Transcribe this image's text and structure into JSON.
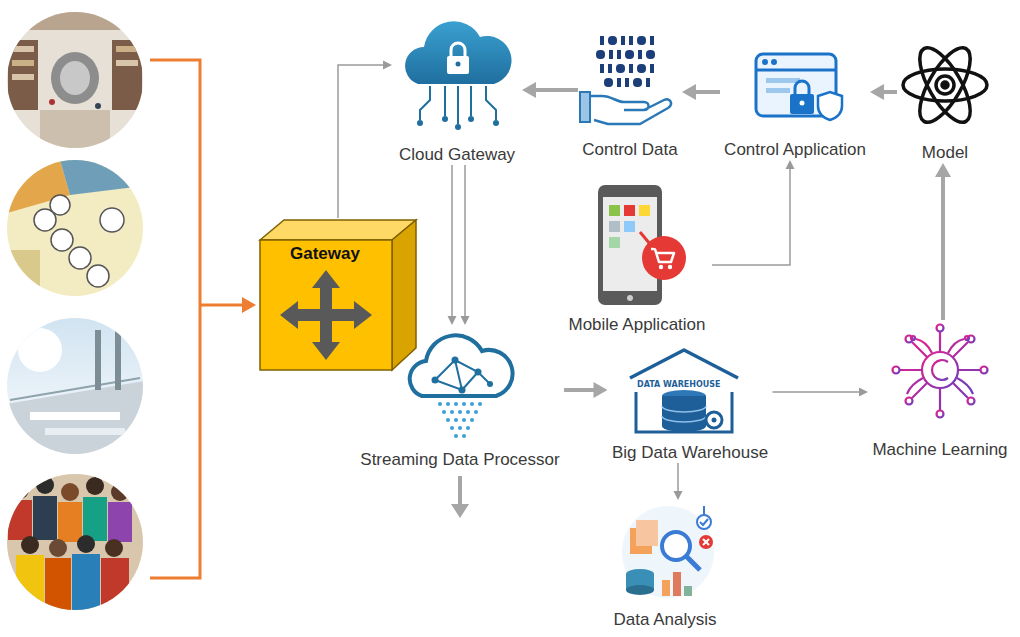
{
  "diagram": {
    "nodes": [
      {
        "text": [
          "Cloud Gateway"
        ]
      },
      {
        "text": [
          "Control Data"
        ]
      },
      {
        "text": [
          "Control Application"
        ]
      },
      {
        "text": [
          "Model"
        ]
      },
      {
        "text": [
          "Gateway"
        ]
      },
      {
        "text": [
          "Mobile Application"
        ]
      },
      {
        "text": [
          "Streaming Data Processor"
        ]
      },
      {
        "text": [
          "Big Data Warehouse"
        ]
      },
      {
        "text": [
          "Machine Learning"
        ]
      },
      {
        "text": [
          "Data Analysis"
        ]
      }
    ],
    "edges": [
      {
        "from": 4,
        "to": 0,
        "arrow": "to"
      },
      {
        "from": 1,
        "to": 0,
        "arrow": "to"
      },
      {
        "from": 2,
        "to": 1,
        "arrow": "to"
      },
      {
        "from": 3,
        "to": 2,
        "arrow": "to"
      },
      {
        "from": 0,
        "to": 6,
        "arrow": "to"
      },
      {
        "from": 0,
        "to": 6,
        "arrow": "to"
      },
      {
        "from": 5,
        "to": 2,
        "arrow": "to"
      },
      {
        "from": 6,
        "to": 7,
        "arrow": "to"
      },
      {
        "from": 7,
        "to": 8,
        "arrow": "to"
      },
      {
        "from": 7,
        "to": 9,
        "arrow": "to"
      },
      {
        "from": 8,
        "to": 3,
        "arrow": "to"
      }
    ],
    "labels": [
      "DATA WAREHOUSE"
    ]
  }
}
